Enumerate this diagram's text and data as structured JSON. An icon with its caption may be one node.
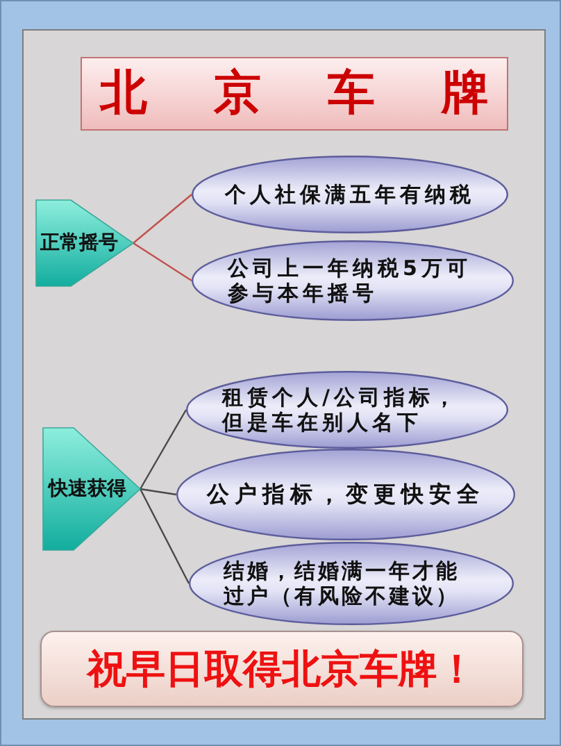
{
  "diagram": {
    "title": "北京车牌",
    "nodes": [
      {
        "text": [
          "正常摇号"
        ]
      },
      {
        "text": [
          "个人社保满五年有纳税"
        ]
      },
      {
        "text": [
          "公司上一年纳税5万可参与本年摇号"
        ]
      },
      {
        "text": [
          "快速获得"
        ]
      },
      {
        "text": [
          "租赁个人/公司指标，但是车在别人名下"
        ]
      },
      {
        "text": [
          "公户指标，变更快安全"
        ]
      },
      {
        "text": [
          "结婚，结婚满一年才能过户（有风险不建议）"
        ]
      },
      {
        "text": [
          "祝早日取得北京车牌！"
        ]
      }
    ],
    "edges": [
      {
        "from": 0,
        "to": 1,
        "arrow": "none",
        "color": "#c0504d"
      },
      {
        "from": 0,
        "to": 2,
        "arrow": "none",
        "color": "#c0504d"
      },
      {
        "from": 3,
        "to": 4,
        "arrow": "none"
      },
      {
        "from": 3,
        "to": 5,
        "arrow": "none"
      },
      {
        "from": 3,
        "to": 6,
        "arrow": "none"
      }
    ]
  }
}
